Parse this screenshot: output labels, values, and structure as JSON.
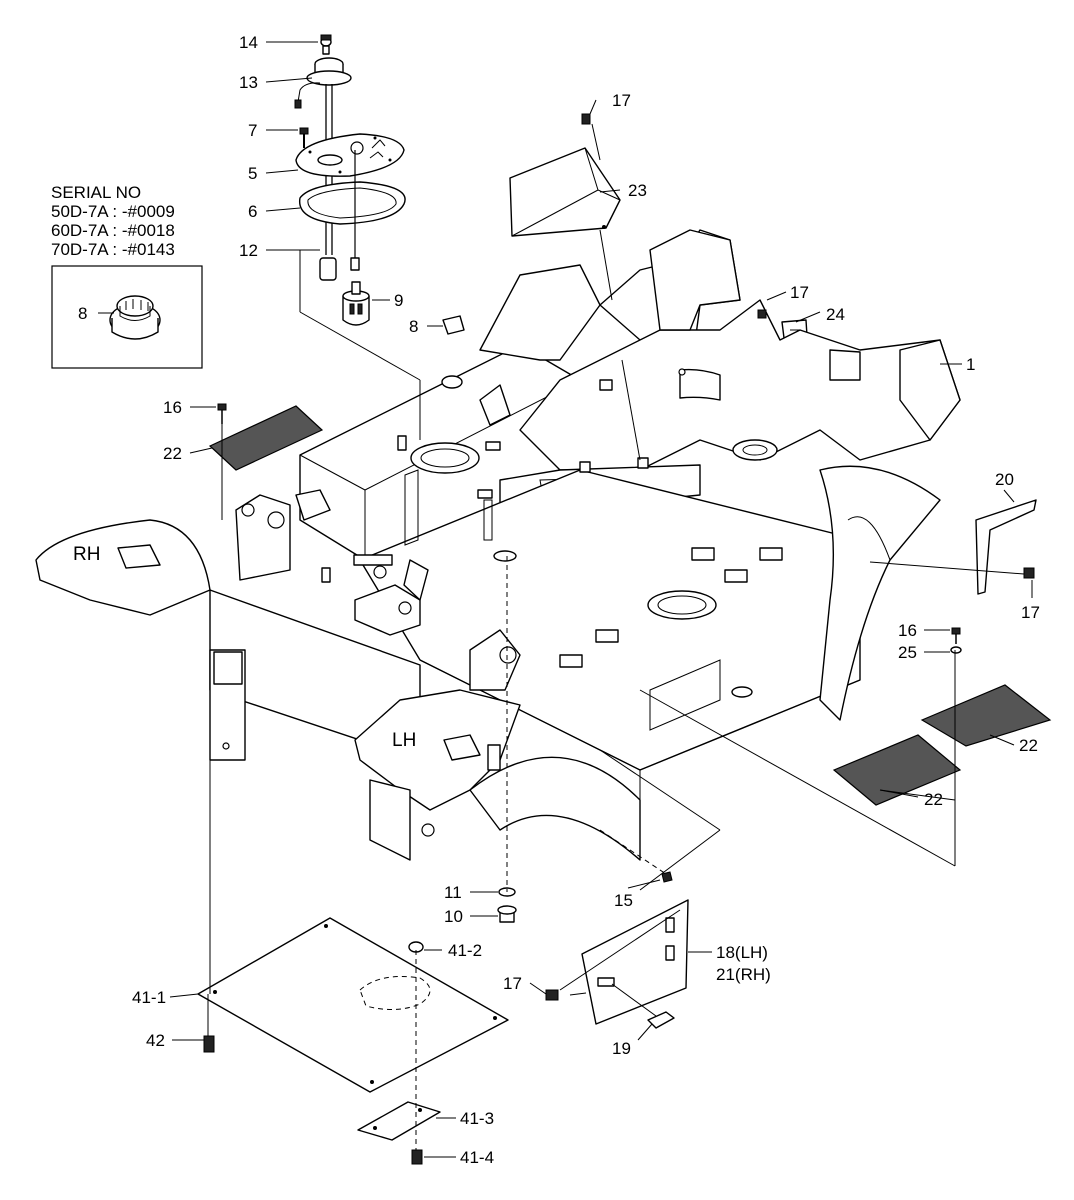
{
  "serial": {
    "heading": "SERIAL NO",
    "lines": [
      "50D-7A : -#0009",
      "60D-7A : -#0018",
      "70D-7A : -#0143"
    ]
  },
  "side_labels": {
    "rh": "RH",
    "lh": "LH"
  },
  "callouts": {
    "c14": "14",
    "c13": "13",
    "c7": "7",
    "c5": "5",
    "c6": "6",
    "c12": "12",
    "c9": "9",
    "c8_inset": "8",
    "c8": "8",
    "c16_left": "16",
    "c22_left": "22",
    "c17_top": "17",
    "c23": "23",
    "c17_mid": "17",
    "c24": "24",
    "c1": "1",
    "c20": "20",
    "c17_right": "17",
    "c16_right": "16",
    "c25": "25",
    "c22_right": "22",
    "c22_bottom": "22",
    "c11": "11",
    "c10": "10",
    "c15": "15",
    "c41_2": "41-2",
    "c41_1": "41-1",
    "c42": "42",
    "c41_3": "41-3",
    "c41_4": "41-4",
    "c18": "18(LH)",
    "c21": "21(RH)",
    "c17_bottom": "17",
    "c19": "19"
  }
}
